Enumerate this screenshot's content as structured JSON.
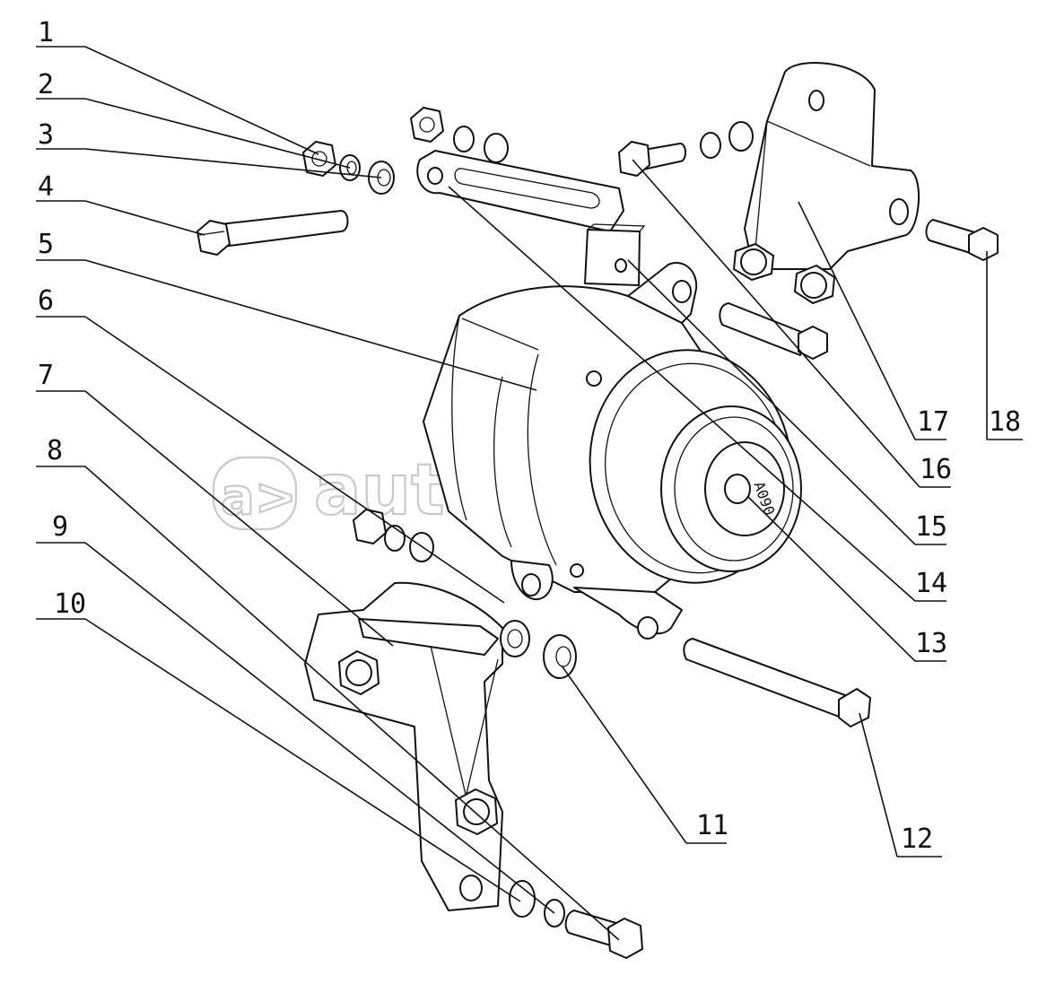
{
  "labels": [
    "1",
    "2",
    "3",
    "4",
    "5",
    "6",
    "7",
    "8",
    "9",
    "10",
    "11",
    "12",
    "13",
    "14",
    "15",
    "16",
    "17",
    "18"
  ],
  "watermark": "autopiter.ru",
  "watermark_mark": "a>",
  "marking_text": "A090"
}
